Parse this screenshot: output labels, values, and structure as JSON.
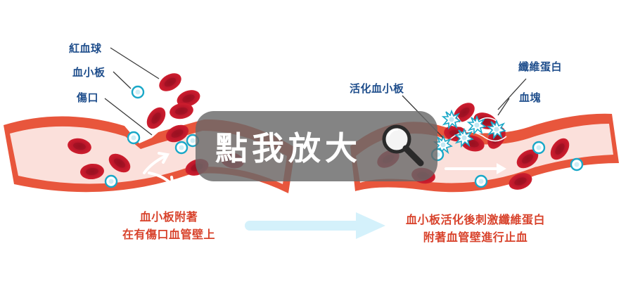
{
  "labels": {
    "red_blood_cell": "紅血球",
    "platelet": "血小板",
    "wound": "傷口",
    "activated_platelet": "活化血小板",
    "fibrin": "纖維蛋白",
    "blood_clot": "血塊"
  },
  "captions": {
    "left_line1": "血小板附著",
    "left_line2": "在有傷口血管壁上",
    "right_line1": "血小板活化後刺激纖維蛋白",
    "right_line2": "附著血管壁進行止血"
  },
  "zoom_button": {
    "label": "點我放大",
    "icon": "magnifier-icon"
  },
  "colors": {
    "vessel_outer": "#e8563c",
    "vessel_inner": "#fbe0db",
    "red_cell": "#c9192c",
    "platelet": "#1aa8c8",
    "label_blue": "#1f4e8c",
    "caption_red": "#d8432c",
    "arrow": "#d4f1fb"
  }
}
